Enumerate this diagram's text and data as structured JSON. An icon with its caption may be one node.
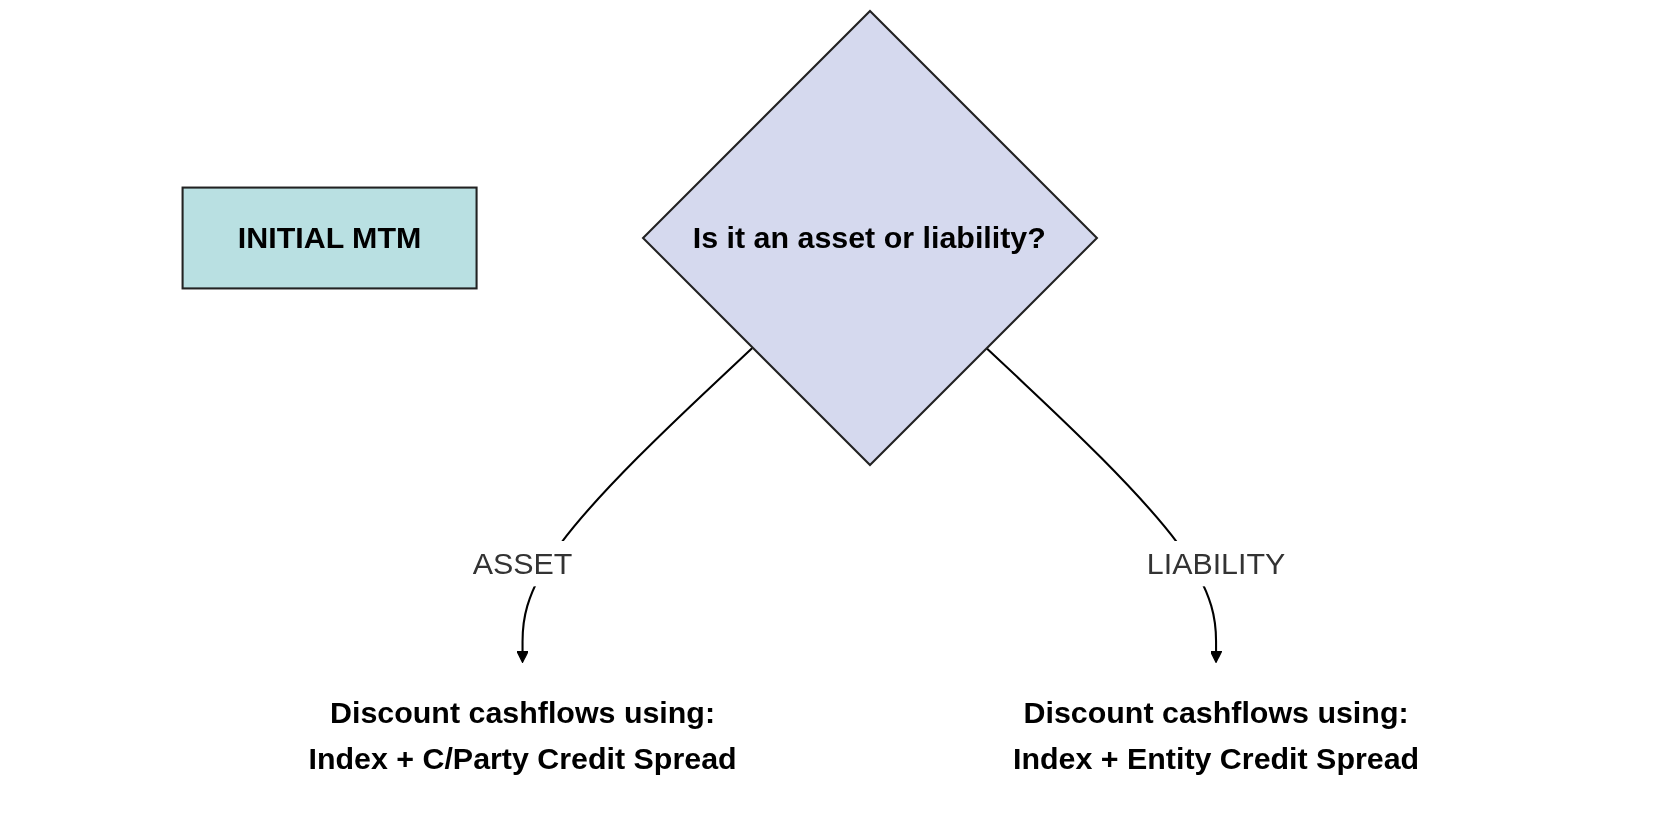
{
  "diagram": {
    "nodes": [
      {
        "text": [
          "INITIAL MTM"
        ]
      },
      {
        "text": [
          "Is it an asset or liability?"
        ]
      },
      {
        "text": [
          "Discount cashflows using:",
          "Index + C/Party Credit Spread"
        ]
      },
      {
        "text": [
          "Discount cashflows using:",
          "Index + Entity Credit Spread"
        ]
      }
    ],
    "edges": [
      {
        "from": 1,
        "to": 2,
        "arrow": "to",
        "label": "ASSET"
      },
      {
        "from": 1,
        "to": 3,
        "arrow": "to",
        "label": "LIABILITY"
      }
    ]
  }
}
